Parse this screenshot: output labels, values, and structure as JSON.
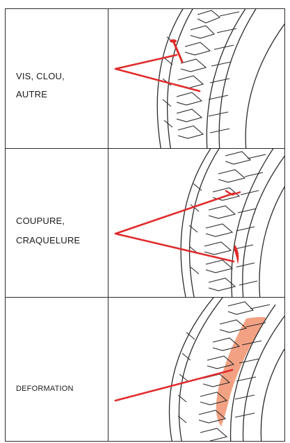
{
  "rows": [
    {
      "lines": [
        "VIS, CLOU,",
        "AUTRE"
      ],
      "diagram": "nail-in-tire"
    },
    {
      "lines": [
        "COUPURE,",
        "CRAQUELURE"
      ],
      "diagram": "cut-in-tire"
    },
    {
      "lines": [
        "DEFORMATION"
      ],
      "diagram": "deformed-tire"
    }
  ],
  "colors": {
    "arrow": "#e02b2b",
    "deformation": "#f2a283",
    "border": "#2b2b2b"
  }
}
